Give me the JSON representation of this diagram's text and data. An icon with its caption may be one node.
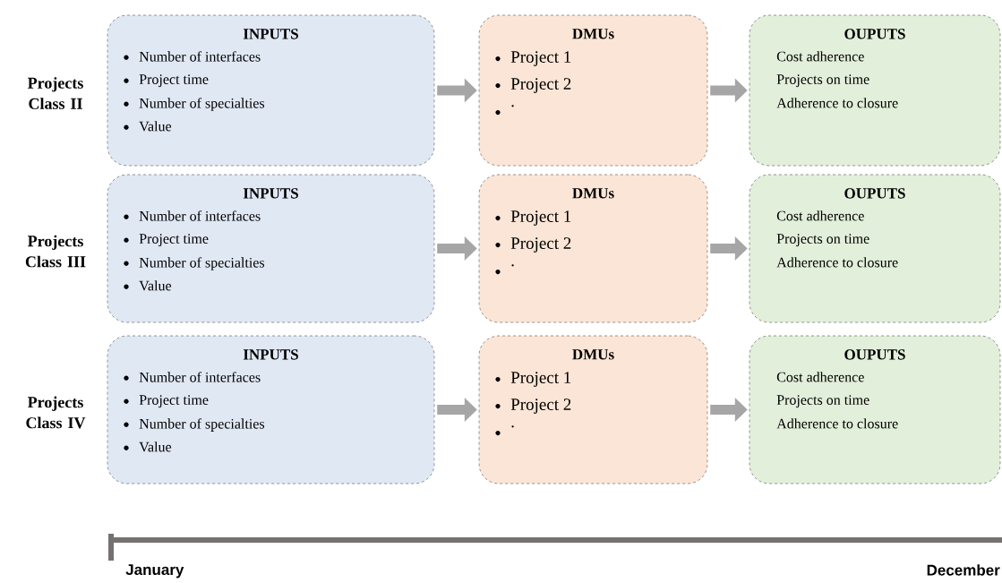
{
  "diagram": {
    "nodes": [
      {
        "text": [
          "INPUTS",
          "Number of interfaces",
          "Project time",
          "Number of specialties",
          "Value"
        ]
      },
      {
        "text": [
          "DMUs",
          "Project 1",
          "Project 2",
          "."
        ]
      },
      {
        "text": [
          "OUPUTS",
          "Cost adherence",
          "Projects on time",
          "Adherence to closure"
        ]
      },
      {
        "text": [
          "INPUTS",
          "Number of interfaces",
          "Project time",
          "Number of specialties",
          "Value"
        ]
      },
      {
        "text": [
          "DMUs",
          "Project 1",
          "Project 2",
          "."
        ]
      },
      {
        "text": [
          "OUPUTS",
          "Cost adherence",
          "Projects on time",
          "Adherence to closure"
        ]
      },
      {
        "text": [
          "INPUTS",
          "Number of interfaces",
          "Project time",
          "Number of specialties",
          "Value"
        ]
      },
      {
        "text": [
          "DMUs",
          "Project 1",
          "Project 2",
          "."
        ]
      },
      {
        "text": [
          "OUPUTS",
          "Cost adherence",
          "Projects on time",
          "Adherence to closure"
        ]
      }
    ],
    "edges": [
      {
        "from": 0,
        "to": 1,
        "arrow": "to"
      },
      {
        "from": 1,
        "to": 2,
        "arrow": "to"
      },
      {
        "from": 3,
        "to": 4,
        "arrow": "to"
      },
      {
        "from": 4,
        "to": 5,
        "arrow": "to"
      },
      {
        "from": 6,
        "to": 7,
        "arrow": "to"
      },
      {
        "from": 7,
        "to": 8,
        "arrow": "to"
      }
    ],
    "labels": [
      "Projects Class II",
      "Projects Class III",
      "Projects Class IV",
      "January",
      "December"
    ]
  }
}
